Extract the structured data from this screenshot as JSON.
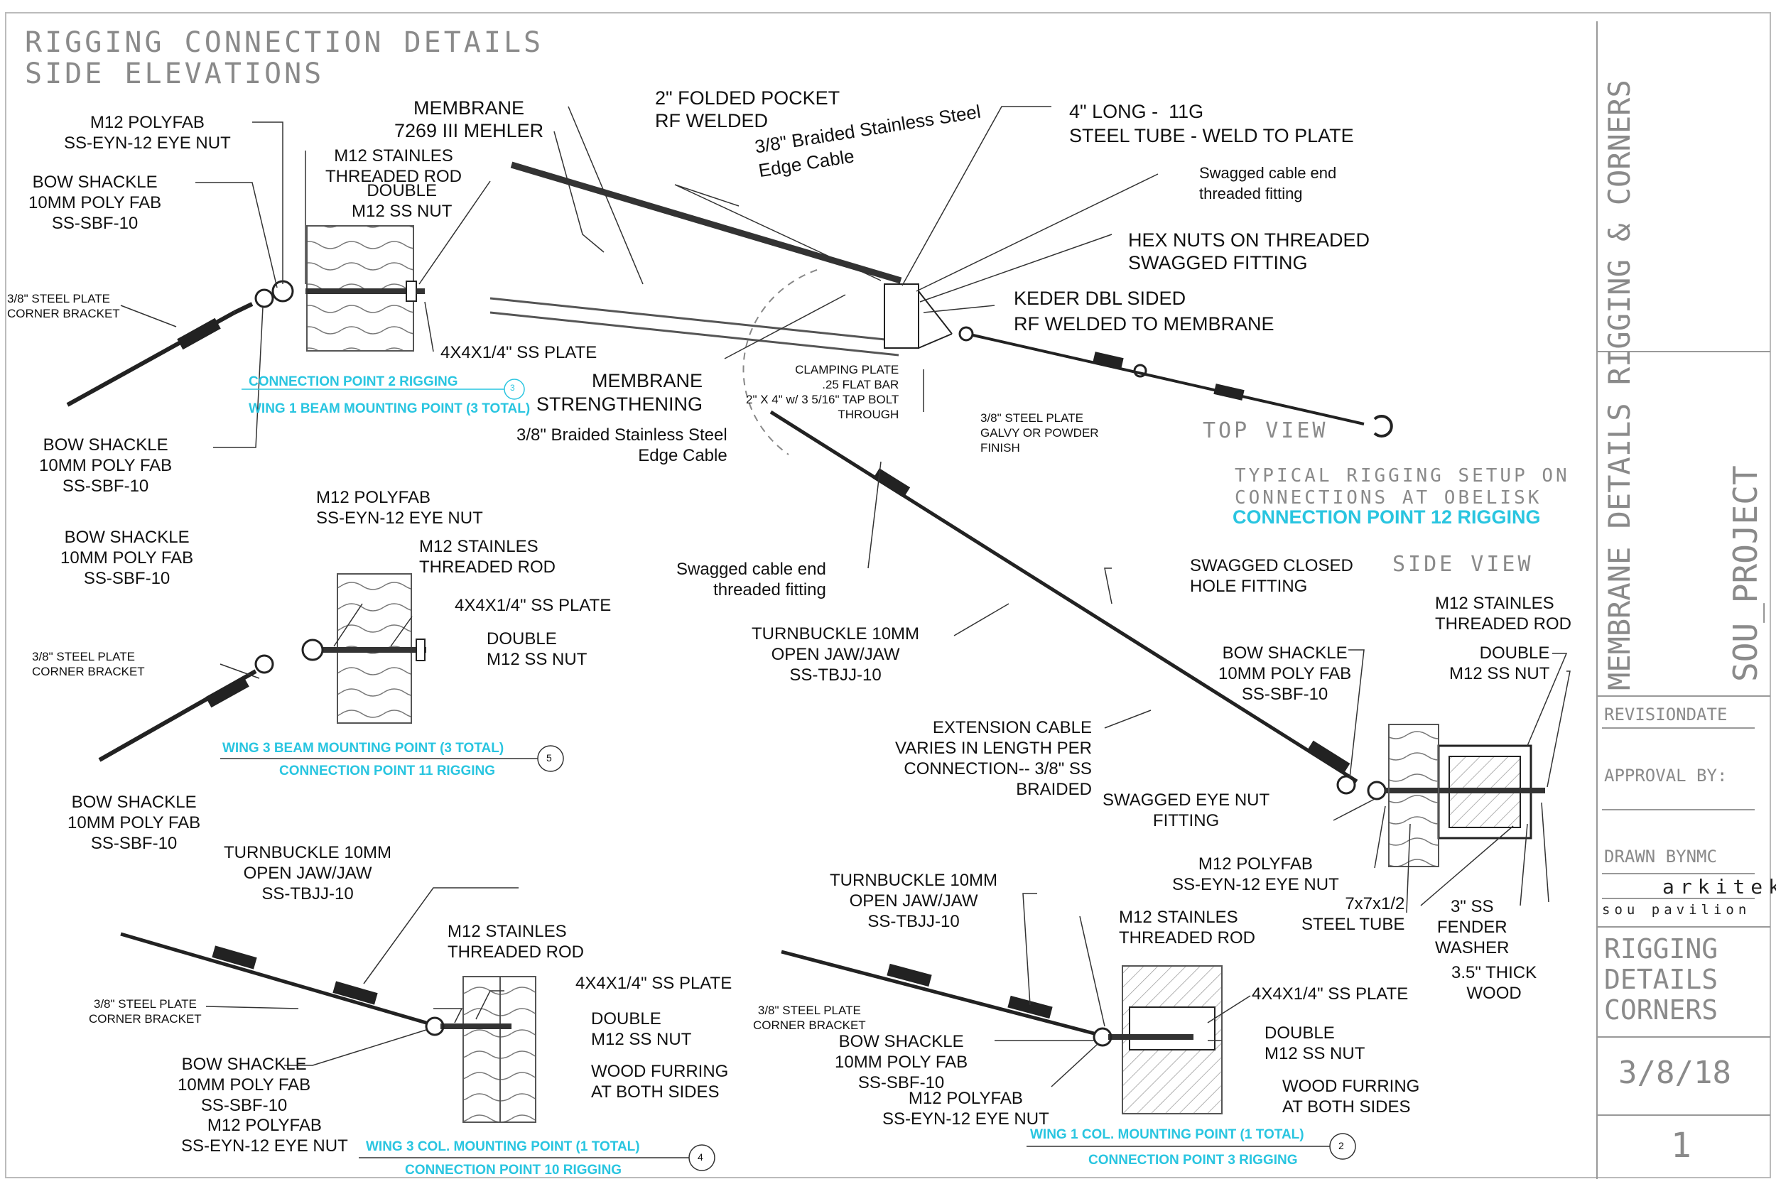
{
  "title": {
    "line1": "RIGGING CONNECTION DETAILS",
    "line2": "SIDE ELEVATIONS"
  },
  "detail_tl": {
    "polyfab": "M12 POLYFAB\nSS-EYN-12 EYE NUT",
    "shackle_top": "BOW SHACKLE\n10MM POLY FAB\nSS-SBF-10",
    "rod": "M12 STAINLES\nTHREADED ROD",
    "double_nut": "DOUBLE\nM12 SS NUT",
    "plate_bracket": "3/8\" STEEL PLATE\nCORNER BRACKET",
    "ss_plate": "4X4X1/4\" SS PLATE",
    "shackle_bottom": "BOW SHACKLE\n10MM POLY FAB\nSS-SBF-10",
    "caption1": "CONNECTION POINT 2 RIGGING",
    "caption2": "WING 1 BEAM MOUNTING POINT (3 TOTAL)",
    "bubble": "3"
  },
  "detail_ml": {
    "polyfab": "M12 POLYFAB\nSS-EYN-12 EYE NUT",
    "shackle_top": "BOW SHACKLE\n10MM POLY FAB\nSS-SBF-10",
    "rod": "M12 STAINLES\nTHREADED ROD",
    "ss_plate": "4X4X1/4\" SS PLATE",
    "double_nut": "DOUBLE\nM12 SS NUT",
    "plate_bracket": "3/8\" STEEL PLATE\nCORNER BRACKET",
    "shackle_bottom": "BOW SHACKLE\n10MM POLY FAB\nSS-SBF-10",
    "caption1": "WING 3 BEAM MOUNTING POINT (3 TOTAL)",
    "caption2": "CONNECTION POINT 11 RIGGING",
    "bubble": "5"
  },
  "detail_bl": {
    "turnbuckle": "TURNBUCKLE 10MM\nOPEN JAW/JAW\nSS-TBJJ-10",
    "rod": "M12 STAINLES\nTHREADED ROD",
    "ss_plate": "4X4X1/4\" SS PLATE",
    "plate_bracket": "3/8\" STEEL PLATE\nCORNER BRACKET",
    "double_nut": "DOUBLE\nM12 SS NUT",
    "wood": "WOOD FURRING\nAT BOTH SIDES",
    "shackle": "BOW SHACKLE\n10MM POLY FAB\nSS-SBF-10",
    "polyfab": "M12 POLYFAB\nSS-EYN-12 EYE NUT",
    "caption1": "WING 3 COL. MOUNTING POINT (1 TOTAL)",
    "caption2": "CONNECTION POINT 10 RIGGING",
    "bubble": "4"
  },
  "detail_bc": {
    "turnbuckle": "TURNBUCKLE 10MM\nOPEN JAW/JAW\nSS-TBJJ-10",
    "rod": "M12 STAINLES\nTHREADED ROD",
    "plate_bracket": "3/8\" STEEL PLATE\nCORNER BRACKET",
    "shackle": "BOW SHACKLE\n10MM POLY FAB\nSS-SBF-10",
    "polyfab": "M12 POLYFAB\nSS-EYN-12 EYE NUT",
    "ss_plate": "4X4X1/4\" SS PLATE",
    "double_nut": "DOUBLE\nM12 SS NUT",
    "wood": "WOOD FURRING\nAT BOTH SIDES",
    "caption1": "WING 1 COL. MOUNTING POINT (1 TOTAL)",
    "caption2": "CONNECTION POINT 3 RIGGING",
    "bubble": "2"
  },
  "top_view": {
    "membrane": "MEMBRANE\n7269 III MEHLER",
    "pocket": "2\" FOLDED POCKET\nRF WELDED",
    "braided_top": "3/8\" Braided Stainless Steel\nEdge Cable",
    "steel_tube": "4\" LONG -  11G\nSTEEL TUBE - WELD TO PLATE",
    "swagged_top": "Swagged cable end\nthreaded fitting",
    "hex": "HEX NUTS ON THREADED\nSWAGGED FITTING",
    "keder": "KEDER DBL SIDED\nRF WELDED TO MEMBRANE",
    "strength": "MEMBRANE\nSTRENGTHENING",
    "clamp": "CLAMPING PLATE\n.25 FLAT BAR\n2\" X 4\" w/ 3 5/16\" TAP BOLT\nTHROUGH",
    "plate_finish": "3/8\" STEEL PLATE\nGALVY OR POWDER\nFINISH",
    "braided_low": "3/8\" Braided Stainless Steel\nEdge Cable",
    "heading": "TOP VIEW",
    "typical": "TYPICAL RIGGING SETUP ON\nCONNECTIONS AT OBELISK",
    "cp12": "CONNECTION POINT 12 RIGGING"
  },
  "side_view": {
    "heading": "SIDE VIEW",
    "swagged_low": "Swagged cable end\nthreaded fitting",
    "closed_hole": "SWAGGED CLOSED\nHOLE FITTING",
    "turnbuckle": "TURNBUCKLE 10MM\nOPEN JAW/JAW\nSS-TBJJ-10",
    "rod": "M12 STAINLES\nTHREADED ROD",
    "shackle": "BOW SHACKLE\n10MM POLY FAB\nSS-SBF-10",
    "double_nut": "DOUBLE\nM12 SS NUT",
    "extension": "EXTENSION CABLE\nVARIES IN LENGTH PER\nCONNECTION-- 3/8\" SS\nBRAIDED",
    "eye_fitting": "SWAGGED EYE NUT\nFITTING",
    "polyfab": "M12 POLYFAB\nSS-EYN-12 EYE NUT",
    "tube": "7x7x1/2\nSTEEL TUBE",
    "washer": "3\" SS\nFENDER\nWASHER",
    "wood": "3.5\" THICK\nWOOD"
  },
  "title_block": {
    "sheet_title": "MEMBRANE DETAILS\nRIGGING & CORNERS",
    "project": "SOU_PROJECT",
    "revision": "REVISIONDATE",
    "approval": "APPROVAL BY:",
    "drawn": "DRAWN BYNMC",
    "firm": "arkitek",
    "sub": "sou pavilion",
    "drawing": "RIGGING\nDETAILS\nCORNERS",
    "date": "3/8/18",
    "sheet_no": "1"
  }
}
